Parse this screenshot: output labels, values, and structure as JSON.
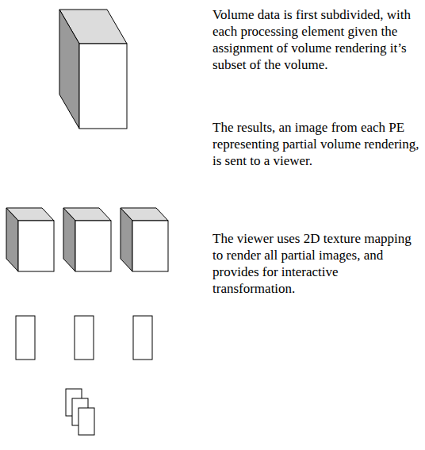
{
  "diagram": {
    "labels": [
      "Volume data is first subdivided, with each processing element given the assignment of volume rendering it’s subset of the volume.",
      "The results, an image from each PE representing partial volume rendering, is sent to a viewer.",
      "The viewer uses 2D texture mapping to render all partial images, and provides for interactive transformation."
    ]
  }
}
